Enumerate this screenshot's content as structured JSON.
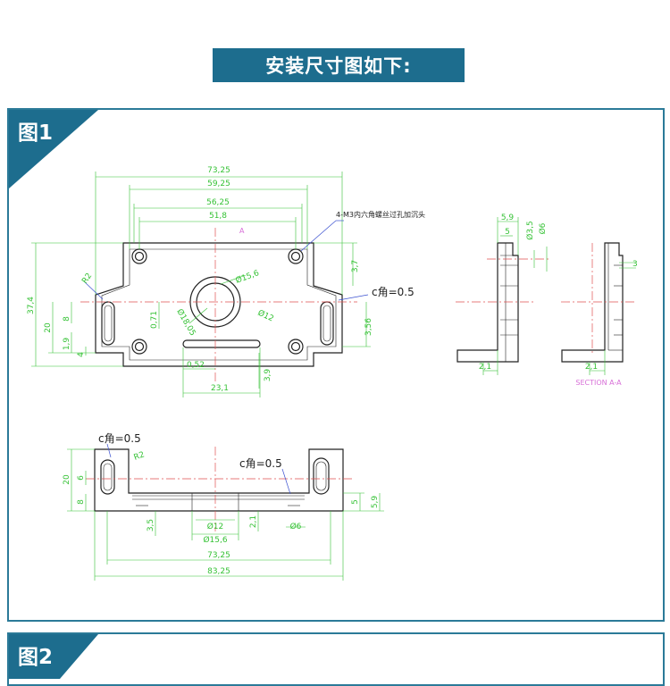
{
  "header": {
    "title": "安装尺寸图如下:"
  },
  "figures": [
    {
      "label": "图1"
    },
    {
      "label": "图2"
    }
  ],
  "drawing": {
    "front_view": {
      "overall_widths": [
        "73,25",
        "59,25",
        "56,25",
        "51,8"
      ],
      "section_marker": "A",
      "hole_callout": "4-M3内六角螺丝过孔加沉头",
      "chamfer_note": "c角=0.5",
      "left_dims": [
        "37,4",
        "20",
        "8",
        "1,9",
        "4",
        "R2"
      ],
      "right_dims": [
        "3,7",
        "3,56",
        "3,9"
      ],
      "center_dims": [
        "Ø15,6",
        "Ø12",
        "Ø18,05",
        "0,71"
      ],
      "slot_dims": [
        "0,52",
        "23,1"
      ]
    },
    "side_view": {
      "dims": [
        "5,9",
        "5",
        "Ø3,5",
        "Ø6",
        "2,1"
      ]
    },
    "section_view": {
      "dims": [
        "3",
        "2,1"
      ],
      "label": "SECTION A-A"
    },
    "bottom_view": {
      "chamfer_left": "c角=0.5",
      "chamfer_right": "c角=0.5",
      "radius": "R2",
      "left_dims": [
        "20",
        "6",
        "8"
      ],
      "lower_dims": [
        "3,5",
        "Ø12",
        "Ø15,6",
        "2,1",
        "Ø6"
      ],
      "right_dims": [
        "5",
        "5,9"
      ],
      "overall_widths": [
        "73,25",
        "83,25"
      ]
    }
  },
  "colors": {
    "accent": "#1d6d8e",
    "border": "#2b7a98",
    "dimension": "#36c236",
    "section_label": "#d870d8",
    "centerline": "#e05050",
    "leader": "#3a50d0",
    "outline": "#222222"
  }
}
